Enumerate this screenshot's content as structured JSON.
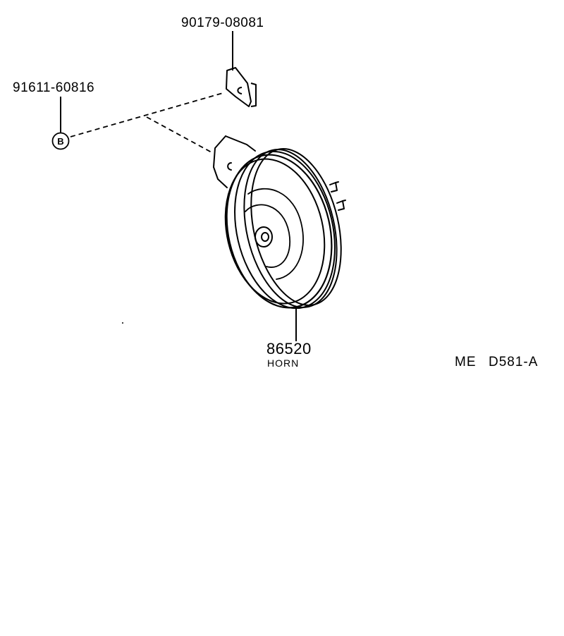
{
  "parts": {
    "bolt": {
      "number": "91611-60816",
      "callout": "B"
    },
    "bracket": {
      "number": "90179-08081"
    },
    "horn": {
      "number": "86520",
      "name": "HORN"
    }
  },
  "diagram_ref": {
    "prefix": "ME",
    "code": "D581-A"
  },
  "colors": {
    "line": "#000000",
    "background": "#ffffff"
  }
}
